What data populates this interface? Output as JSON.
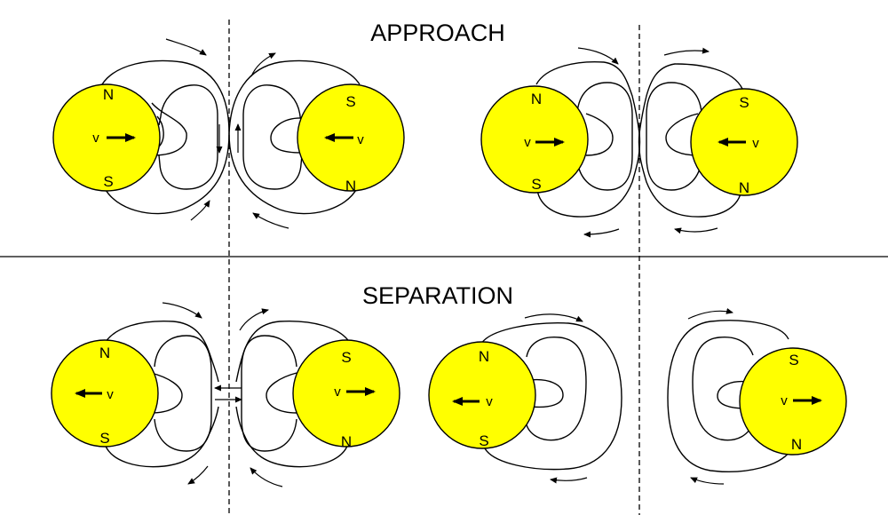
{
  "titles": {
    "approach": "APPROACH",
    "separation": "SEPARATION"
  },
  "pole_labels": {
    "north": "N",
    "south": "S"
  },
  "velocity_label": "v",
  "colors": {
    "body_fill": "#ffff00",
    "line": "#000000",
    "background": "#ffffff"
  },
  "panels": [
    {
      "id": "approach-left",
      "left_body": {
        "top_pole": "N",
        "bottom_pole": "S",
        "velocity": "right"
      },
      "right_body": {
        "top_pole": "S",
        "bottom_pole": "N",
        "velocity": "left"
      }
    },
    {
      "id": "approach-right",
      "left_body": {
        "top_pole": "N",
        "bottom_pole": "S",
        "velocity": "right"
      },
      "right_body": {
        "top_pole": "S",
        "bottom_pole": "N",
        "velocity": "left"
      }
    },
    {
      "id": "separation-left",
      "left_body": {
        "top_pole": "N",
        "bottom_pole": "S",
        "velocity": "left"
      },
      "right_body": {
        "top_pole": "S",
        "bottom_pole": "N",
        "velocity": "right"
      }
    },
    {
      "id": "separation-right",
      "left_body": {
        "top_pole": "N",
        "bottom_pole": "S",
        "velocity": "left"
      },
      "right_body": {
        "top_pole": "S",
        "bottom_pole": "N",
        "velocity": "right"
      }
    }
  ]
}
